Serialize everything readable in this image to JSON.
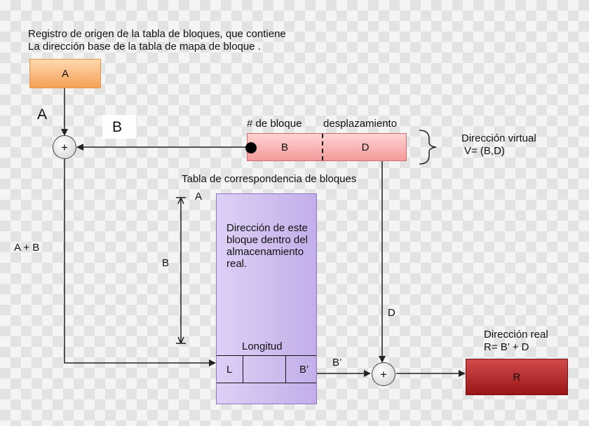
{
  "register_caption": {
    "line1": "Registro de origen de la tabla de bloques, que contiene",
    "line2": "La dirección base de la tabla de mapa de bloque ."
  },
  "register_box": "A",
  "label_a": "A",
  "label_b": "B",
  "label_a_plus_b": "A + B",
  "adder_symbol": "+",
  "virtual_address": {
    "block_header": "# de bloque",
    "offset_header": "desplazamiento",
    "block_cell": "B",
    "offset_cell": "D",
    "title": "Dirección virtual",
    "formula": "V= (B,D)"
  },
  "table": {
    "title": "Tabla de correspondencia de bloques",
    "origin_label": "A",
    "span_label": "B",
    "description": "Dirección de este bloque dentro del almacenamiento real.",
    "length_label": "Longitud",
    "entry_left": "L",
    "entry_right": "B’"
  },
  "wire_d_label": "D",
  "wire_b_prime_label": "B’",
  "real_address": {
    "title": "Dirección real",
    "formula": "R= B’ + D",
    "box": "R"
  },
  "colors": {
    "register_fill": "#f6a055",
    "virtual_fill": "#f49a9a",
    "table_fill": "#c3aee9",
    "real_fill": "#9a1616"
  }
}
